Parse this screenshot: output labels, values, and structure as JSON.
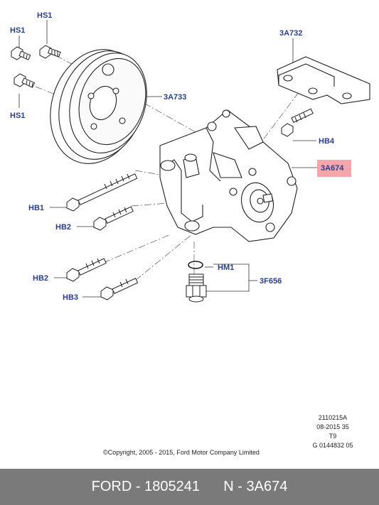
{
  "callouts": {
    "hs1_top": "HS1",
    "hs1_mid": "HS1",
    "hs1_bottom": "HS1",
    "pulley": "3A733",
    "bracket": "3A732",
    "hb4": "HB4",
    "pump": "3A674",
    "hb1": "HB1",
    "hb2_upper": "HB2",
    "hb2_lower": "HB2",
    "hb3": "HB3",
    "hm1": "HM1",
    "fitting": "3F656"
  },
  "highlight_color": "#f4a6ab",
  "label_color": "#2a3f8c",
  "codes": {
    "line1": "2110215A",
    "line2": "08-2015 35",
    "line3": "T9",
    "line4": "G 0144832 05"
  },
  "copyright": "©Copyright, 2005 - 2015, Ford Motor Company Limited",
  "footer": {
    "brand_part": "FORD - 1805241",
    "ref": "N - 3A674"
  }
}
